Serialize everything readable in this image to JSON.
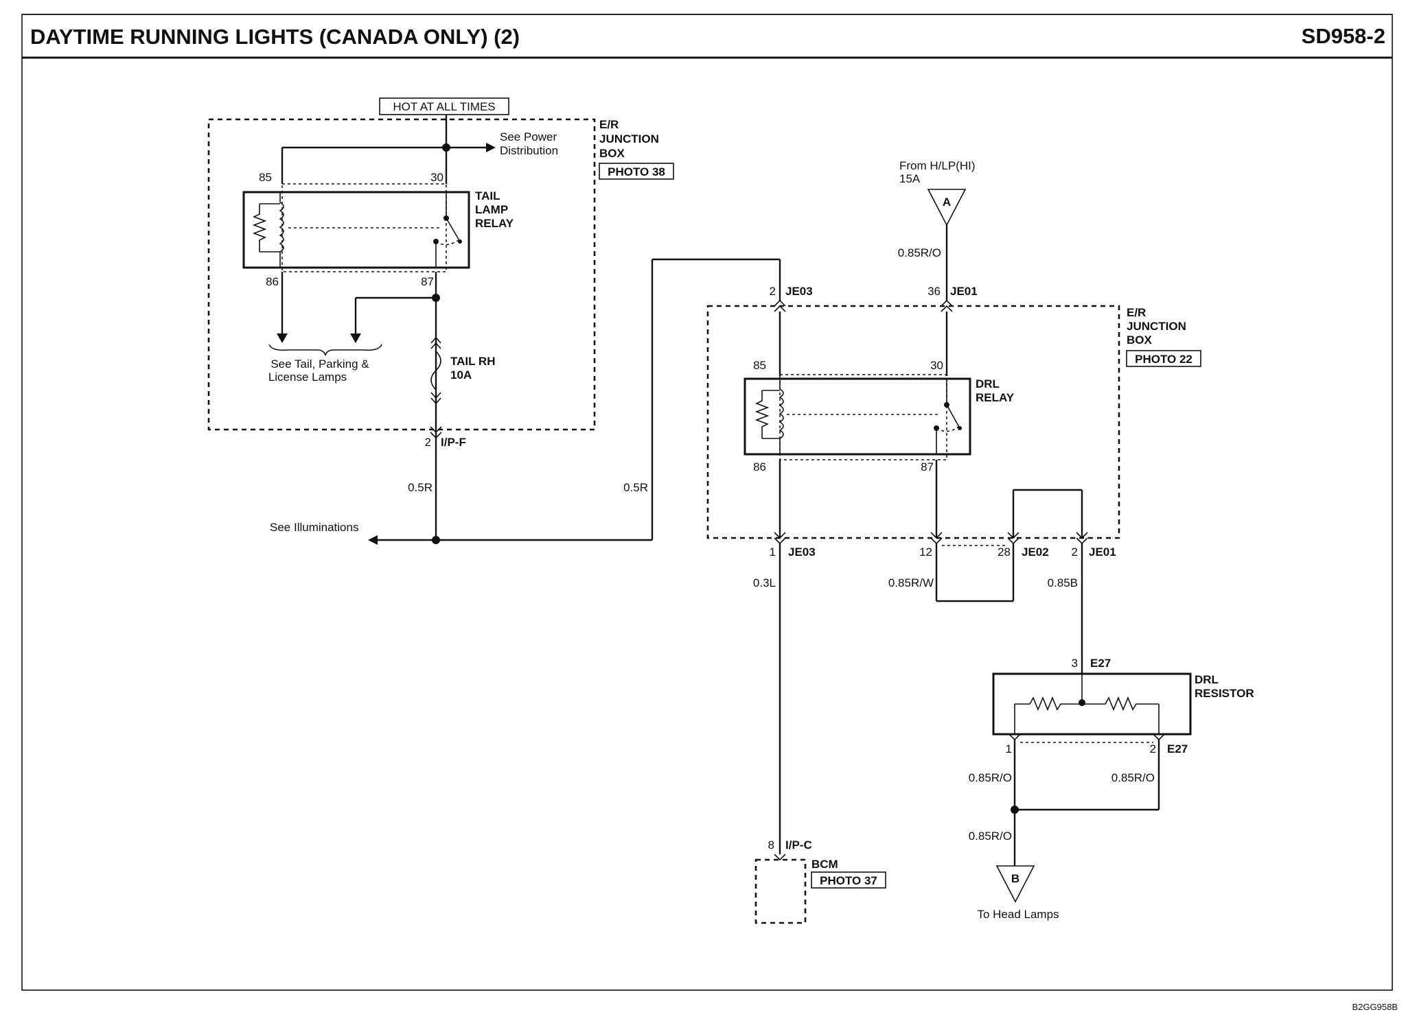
{
  "header": {
    "title": "DAYTIME RUNNING LIGHTS (CANADA ONLY) (2)",
    "page_code": "SD958-2"
  },
  "footer": {
    "figure_code": "B2GG958B"
  },
  "left_section": {
    "hot_label": "HOT AT ALL TIMES",
    "power_ref_line1": "See Power",
    "power_ref_line2": "Distribution",
    "junction_box": {
      "line1": "E/R",
      "line2": "JUNCTION",
      "line3": "BOX",
      "photo": "PHOTO 38"
    },
    "relay": {
      "line1": "TAIL",
      "line2": "LAMP",
      "line3": "RELAY",
      "pin_85": "85",
      "pin_30": "30",
      "pin_86": "86",
      "pin_87": "87"
    },
    "lamps_ref_line1": "See Tail, Parking &",
    "lamps_ref_line2": "License Lamps",
    "fuse": {
      "line1": "TAIL RH",
      "line2": "10A"
    },
    "connector_pin": "2",
    "connector_name": "I/P-F",
    "wire_left": "0.5R",
    "wire_right": "0.5R",
    "illumination_ref": "See Illuminations"
  },
  "right_section": {
    "source_line1": "From H/LP(HI)",
    "source_line2": "15A",
    "source_tag": "A",
    "wire_source": "0.85R/O",
    "je03_top": {
      "pin": "2",
      "name": "JE03"
    },
    "je01_top": {
      "pin": "36",
      "name": "JE01"
    },
    "junction_box": {
      "line1": "E/R",
      "line2": "JUNCTION",
      "line3": "BOX",
      "photo": "PHOTO 22"
    },
    "relay": {
      "line1": "DRL",
      "line2": "RELAY",
      "pin_85": "85",
      "pin_30": "30",
      "pin_86": "86",
      "pin_87": "87"
    },
    "je03_bottom": {
      "pin": "1",
      "name": "JE03"
    },
    "je02": {
      "pin_a": "12",
      "pin_b": "28",
      "name": "JE02"
    },
    "je01_bottom": {
      "pin": "2",
      "name": "JE01"
    },
    "wire_bcm": "0.3L",
    "wire_loop": "0.85R/W",
    "wire_resistor": "0.85B",
    "e27_top": {
      "pin": "3",
      "name": "E27"
    },
    "resistor": {
      "line1": "DRL",
      "line2": "RESISTOR"
    },
    "e27_bottom": {
      "pin_a": "1",
      "pin_b": "2",
      "name": "E27"
    },
    "wire_out_left": "0.85R/O",
    "wire_out_right": "0.85R/O",
    "wire_out_bottom": "0.85R/O",
    "dest_tag": "B",
    "dest_label": "To Head Lamps",
    "bcm": {
      "pin": "8",
      "connector": "I/P-C",
      "name": "BCM",
      "photo": "PHOTO 37"
    }
  }
}
